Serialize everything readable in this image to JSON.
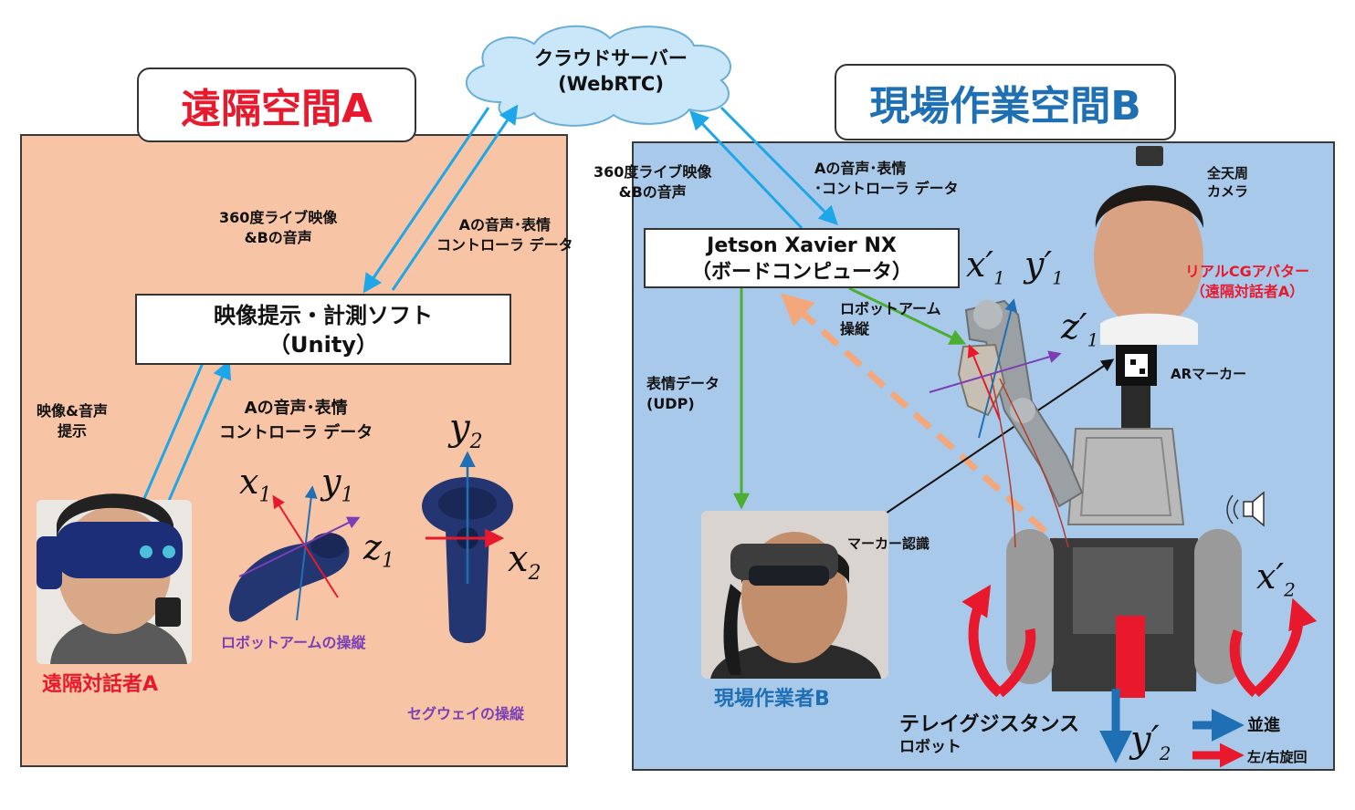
{
  "panels": {
    "a_title": "遠隔空間A",
    "b_title": "現場作業空間B"
  },
  "cloud": {
    "line1": "クラウドサーバー",
    "line2": "(WebRTC)"
  },
  "unity_box": {
    "line1": "映像提示・計測ソフト",
    "line2": "（Unity）"
  },
  "jetson_box": {
    "line1": "Jetson Xavier NX",
    "line2": "（ボードコンピュータ）"
  },
  "labels": {
    "a_video_1": "360度ライブ映像",
    "a_video_2": "&Bの音声",
    "a_audio_1": "Aの音声･表情",
    "a_audio_2": "コントローラ データ",
    "a_present_1": "映像&音声",
    "a_present_2": "提示",
    "a_audio2_1": "Aの音声･表情",
    "a_audio2_2": "コントローラ データ",
    "b_video_1": "360度ライブ映像",
    "b_video_2": "&Bの音声",
    "b_audio_1": "Aの音声･表情",
    "b_audio_2": "･コントローラ データ",
    "arm_ctrl_1": "ロボットアーム",
    "arm_ctrl_2": "操縦",
    "face_data_1": "表情データ",
    "face_data_2": "(UDP)",
    "camera_1": "全天周",
    "camera_2": "カメラ",
    "avatar_1": "リアルCGアバター",
    "avatar_2": "（遠隔対話者A）",
    "ar_marker": "ARマーカー",
    "marker_recog": "マーカー認識",
    "robot_1": "テレイグジスタンス",
    "robot_2": "ロボット",
    "legend_forward": "並進",
    "legend_turn": "左/右旋回"
  },
  "captions": {
    "person_a": "遠隔対話者A",
    "person_b": "現場作業者B",
    "arm_op": "ロボットアームの操縦",
    "segway_op": "セグウェイの操縦"
  },
  "axes": {
    "x1": "x",
    "x1_sub": "1",
    "y1": "y",
    "y1_sub": "1",
    "z1": "z",
    "z1_sub": "1",
    "y2": "y",
    "y2_sub": "2",
    "x2": "x",
    "x2_sub": "2",
    "xp1": "x′",
    "xp1_sub": "1",
    "yp1": "y′",
    "yp1_sub": "1",
    "zp1": "z′",
    "zp1_sub": "1",
    "xp2": "x′",
    "xp2_sub": "2",
    "yp2": "y′",
    "yp2_sub": "2"
  },
  "colors": {
    "panel_a": "#f7c4a5",
    "panel_b": "#a9c9ea",
    "red_accent": "#e8192c",
    "blue_accent": "#1f6fb5",
    "arrow_cyan": "#1ea7e8",
    "arrow_green": "#4caf32",
    "arrow_orange": "#f3a77a",
    "purple": "#7a3fb5"
  }
}
